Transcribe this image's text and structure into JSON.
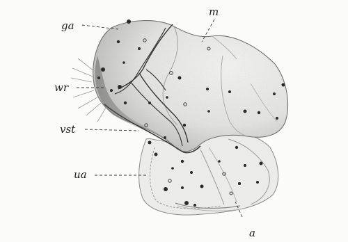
{
  "figure": {
    "labels": {
      "ga": "ga",
      "m": "m",
      "wr": "wr",
      "vst": "vst",
      "ua": "ua",
      "a": "a"
    },
    "colors": {
      "background": "#fbfbfa",
      "ink": "#1e1e1e",
      "fill": "#e2e2e0",
      "shadow": "#9a9a98"
    }
  }
}
